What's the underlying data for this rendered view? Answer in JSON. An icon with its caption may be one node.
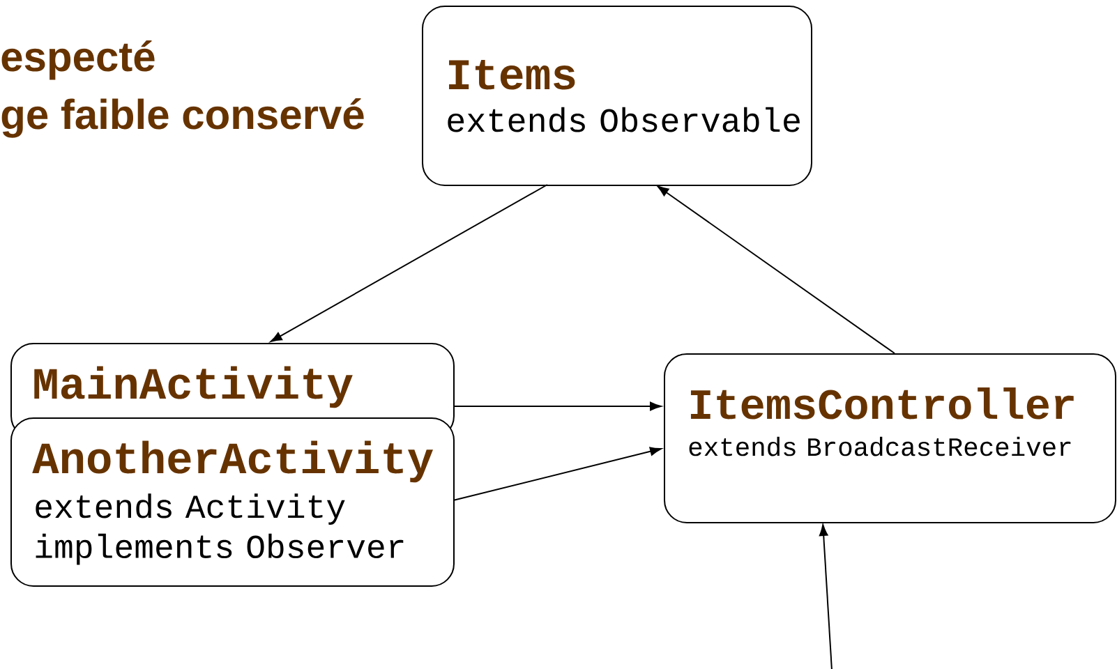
{
  "diagram": {
    "nodes": [
      {
        "text": [
          "Items",
          "extends Observable"
        ]
      },
      {
        "text": [
          "MainActivity"
        ]
      },
      {
        "text": [
          "AnotherActivity",
          "extends Activity implements Observer"
        ]
      },
      {
        "text": [
          "ItemsController",
          "extends BroadcastReceiver"
        ]
      }
    ],
    "edges": [
      {
        "from": 0,
        "to": 1,
        "arrow": "to"
      },
      {
        "from": 1,
        "to": 3,
        "arrow": "to"
      },
      {
        "from": 2,
        "to": 3,
        "arrow": "to"
      },
      {
        "from": 3,
        "to": 0,
        "arrow": "to"
      },
      {
        "from": null,
        "to": 3,
        "arrow": "to"
      }
    ],
    "labels": [
      "especté",
      "ge faible conservé"
    ]
  }
}
